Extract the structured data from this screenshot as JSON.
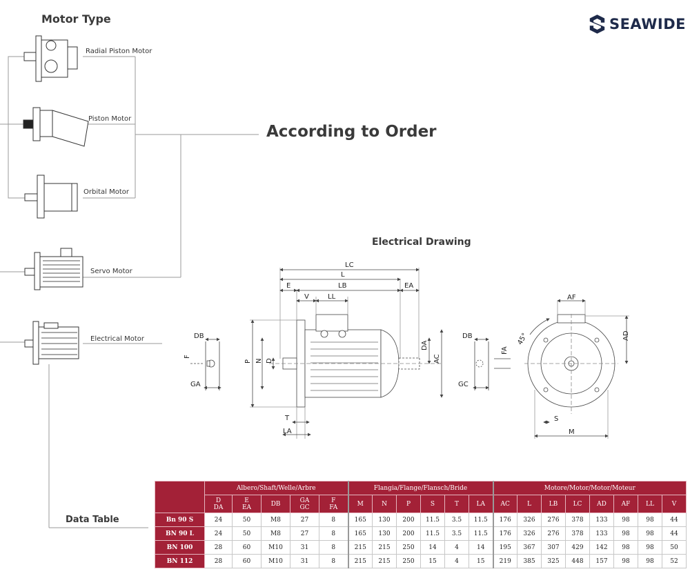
{
  "brand": {
    "name": "SEAWIDE",
    "logo_icon": "seawide-s-logo"
  },
  "headings": {
    "motor_type": "Motor Type",
    "according": "According to Order",
    "electrical_drawing": "Electrical Drawing",
    "data_table": "Data Table"
  },
  "motors": [
    {
      "label": "Radial Piston Motor",
      "icon": "radial-piston-motor-icon"
    },
    {
      "label": "Piston Motor",
      "icon": "piston-motor-icon"
    },
    {
      "label": "Orbital Motor",
      "icon": "orbital-motor-icon"
    },
    {
      "label": "Servo Motor",
      "icon": "servo-motor-icon"
    },
    {
      "label": "Electrical Motor",
      "icon": "electrical-motor-icon"
    }
  ],
  "drawing_labels": {
    "shaft_left": {
      "DB": "DB",
      "F": "F",
      "GA": "GA"
    },
    "side_view": {
      "LC": "LC",
      "L": "L",
      "E": "E",
      "LB": "LB",
      "EA": "EA",
      "V": "V",
      "LL": "LL",
      "P": "P",
      "N": "N",
      "D": "D",
      "DA": "DA",
      "AC": "AC",
      "T": "T",
      "LA": "LA"
    },
    "shaft_right": {
      "DB": "DB",
      "FA": "FA",
      "GC": "GC"
    },
    "front_view": {
      "AF": "AF",
      "AD": "AD",
      "angle": "45°",
      "S": "S",
      "M": "M"
    }
  },
  "table": {
    "groups": [
      {
        "label": "Albero/Shaft/Welle/Arbre"
      },
      {
        "label": "Flangia/Flange/Flansch/Bride"
      },
      {
        "label": "Motore/Motor/Motor/Moteur"
      }
    ],
    "columns": [
      {
        "l1": "D",
        "l2": "DA"
      },
      {
        "l1": "E",
        "l2": "EA"
      },
      {
        "l1": "DB",
        "l2": ""
      },
      {
        "l1": "GA",
        "l2": "GC"
      },
      {
        "l1": "F",
        "l2": "FA"
      },
      {
        "l1": "M",
        "l2": ""
      },
      {
        "l1": "N",
        "l2": ""
      },
      {
        "l1": "P",
        "l2": ""
      },
      {
        "l1": "S",
        "l2": ""
      },
      {
        "l1": "T",
        "l2": ""
      },
      {
        "l1": "LA",
        "l2": ""
      },
      {
        "l1": "AC",
        "l2": ""
      },
      {
        "l1": "L",
        "l2": ""
      },
      {
        "l1": "LB",
        "l2": ""
      },
      {
        "l1": "LC",
        "l2": ""
      },
      {
        "l1": "AD",
        "l2": ""
      },
      {
        "l1": "AF",
        "l2": ""
      },
      {
        "l1": "LL",
        "l2": ""
      },
      {
        "l1": "V",
        "l2": ""
      }
    ],
    "rows": [
      {
        "name": "Bn 90 S",
        "values": [
          "24",
          "50",
          "M8",
          "27",
          "8",
          "165",
          "130",
          "200",
          "11.5",
          "3.5",
          "11.5",
          "176",
          "326",
          "276",
          "378",
          "133",
          "98",
          "98",
          "44"
        ]
      },
      {
        "name": "BN 90 L",
        "values": [
          "24",
          "50",
          "M8",
          "27",
          "8",
          "165",
          "130",
          "200",
          "11.5",
          "3.5",
          "11.5",
          "176",
          "326",
          "276",
          "378",
          "133",
          "98",
          "98",
          "44"
        ]
      },
      {
        "name": "BN 100",
        "values": [
          "28",
          "60",
          "M10",
          "31",
          "8",
          "215",
          "215",
          "250",
          "14",
          "4",
          "14",
          "195",
          "367",
          "307",
          "429",
          "142",
          "98",
          "98",
          "50"
        ]
      },
      {
        "name": "BN 112",
        "values": [
          "28",
          "60",
          "M10",
          "31",
          "8",
          "215",
          "215",
          "250",
          "15",
          "4",
          "15",
          "219",
          "385",
          "325",
          "448",
          "157",
          "98",
          "98",
          "52"
        ]
      }
    ]
  }
}
